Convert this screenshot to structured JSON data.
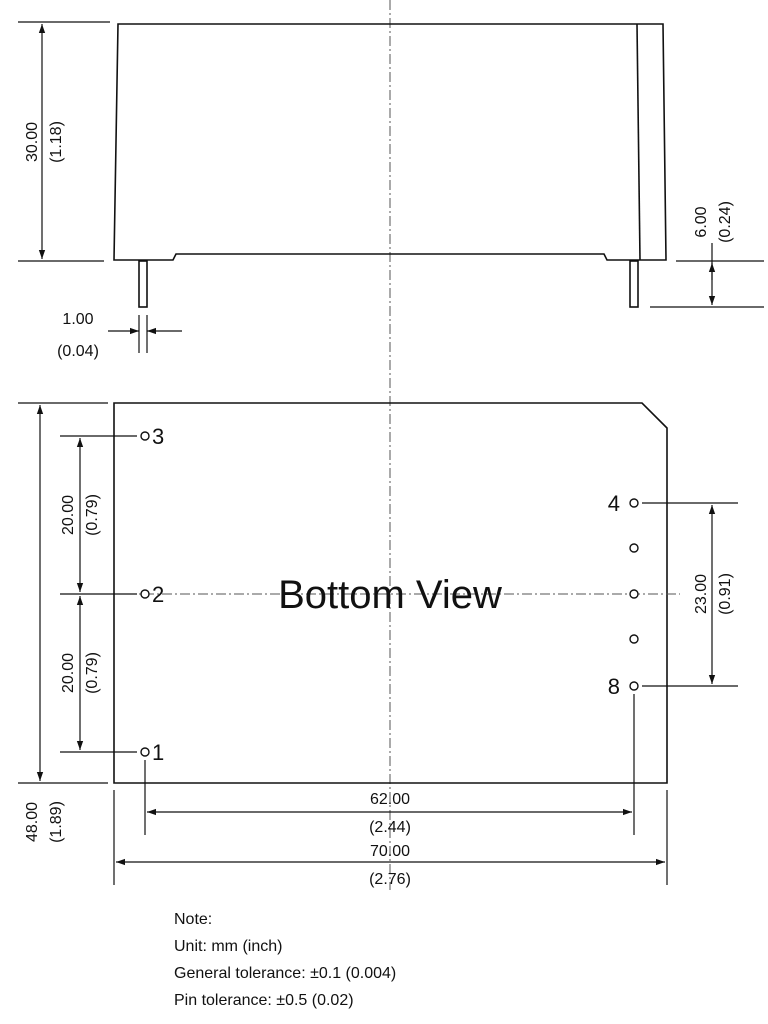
{
  "side_view": {
    "height_dim": "30.00",
    "height_dim_in": "(1.18)",
    "pin_len_dim": "6.00",
    "pin_len_dim_in": "(0.24)",
    "pin_dia_dim": "1.00",
    "pin_dia_dim_in": "(0.04)"
  },
  "bottom_view": {
    "title": "Bottom View",
    "pin_labels": [
      "3",
      "2",
      "1",
      "4",
      "8"
    ],
    "dims": {
      "pitch_upper": "20.00",
      "pitch_upper_in": "(0.79)",
      "pitch_lower": "20.00",
      "pitch_lower_in": "(0.79)",
      "right_span": "23.00",
      "right_span_in": "(0.91)",
      "pin_span": "62.00",
      "pin_span_in": "(2.44)",
      "width": "70.00",
      "width_in": "(2.76)",
      "depth": "48.00",
      "depth_in": "(1.89)"
    }
  },
  "notes": {
    "heading": "Note:",
    "unit": "Unit: mm (inch)",
    "general_tolerance": "General tolerance: ±0.1 (0.004)",
    "pin_tolerance": "Pin tolerance: ±0.5 (0.02)"
  }
}
